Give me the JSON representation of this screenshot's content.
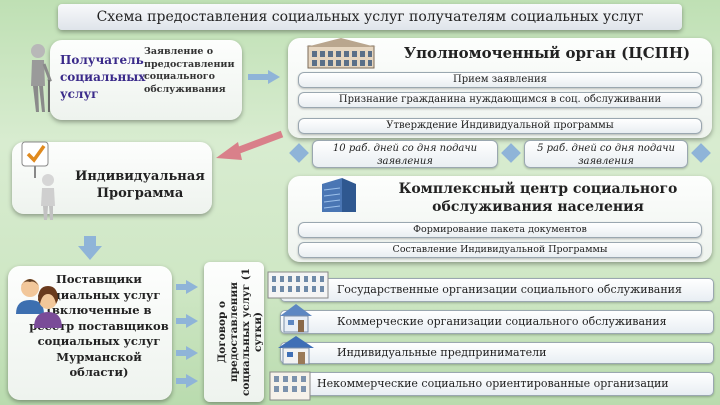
{
  "title": "Схема предоставления социальных услуг получателям социальных услуг",
  "recipient": {
    "label": "Получатель социальных услуг"
  },
  "application": {
    "label": "Заявление о предоставлении социального обслуживания"
  },
  "authority": {
    "title": "Уполномоченный орган (ЦСПН)",
    "steps": [
      "Прием заявления",
      "Признание гражданина нуждающимся в соц. обслуживании",
      "Утверждение Индивидуальной программы"
    ]
  },
  "deadlines": [
    "10 раб. дней со дня подачи заявления",
    "5 раб. дней со дня подачи заявления"
  ],
  "individual_program": {
    "label": "Индивидуальная Программа"
  },
  "center": {
    "title": "Комплексный центр социального обслуживания населения",
    "steps": [
      "Формирование пакета документов",
      "Составление Индивидуальной Программы"
    ]
  },
  "providers": {
    "label": "Поставщики социальных услуг (включенные в реестр поставщиков социальных услуг Мурманской области)"
  },
  "contract": {
    "label": "Договор о предоставлении социальных услуг (1 сутки)"
  },
  "org_types": [
    "Государственные организации социального обслуживания",
    "Коммерческие организации социального обслуживания",
    "Индивидуальные предприниматели",
    "Некоммерческие социально ориентированные организации"
  ],
  "colors": {
    "background": "#cfe7c5",
    "recipient_text": "#3a2a8a",
    "arrow": "#8fb4d8",
    "red_arrow": "#d9808a"
  }
}
